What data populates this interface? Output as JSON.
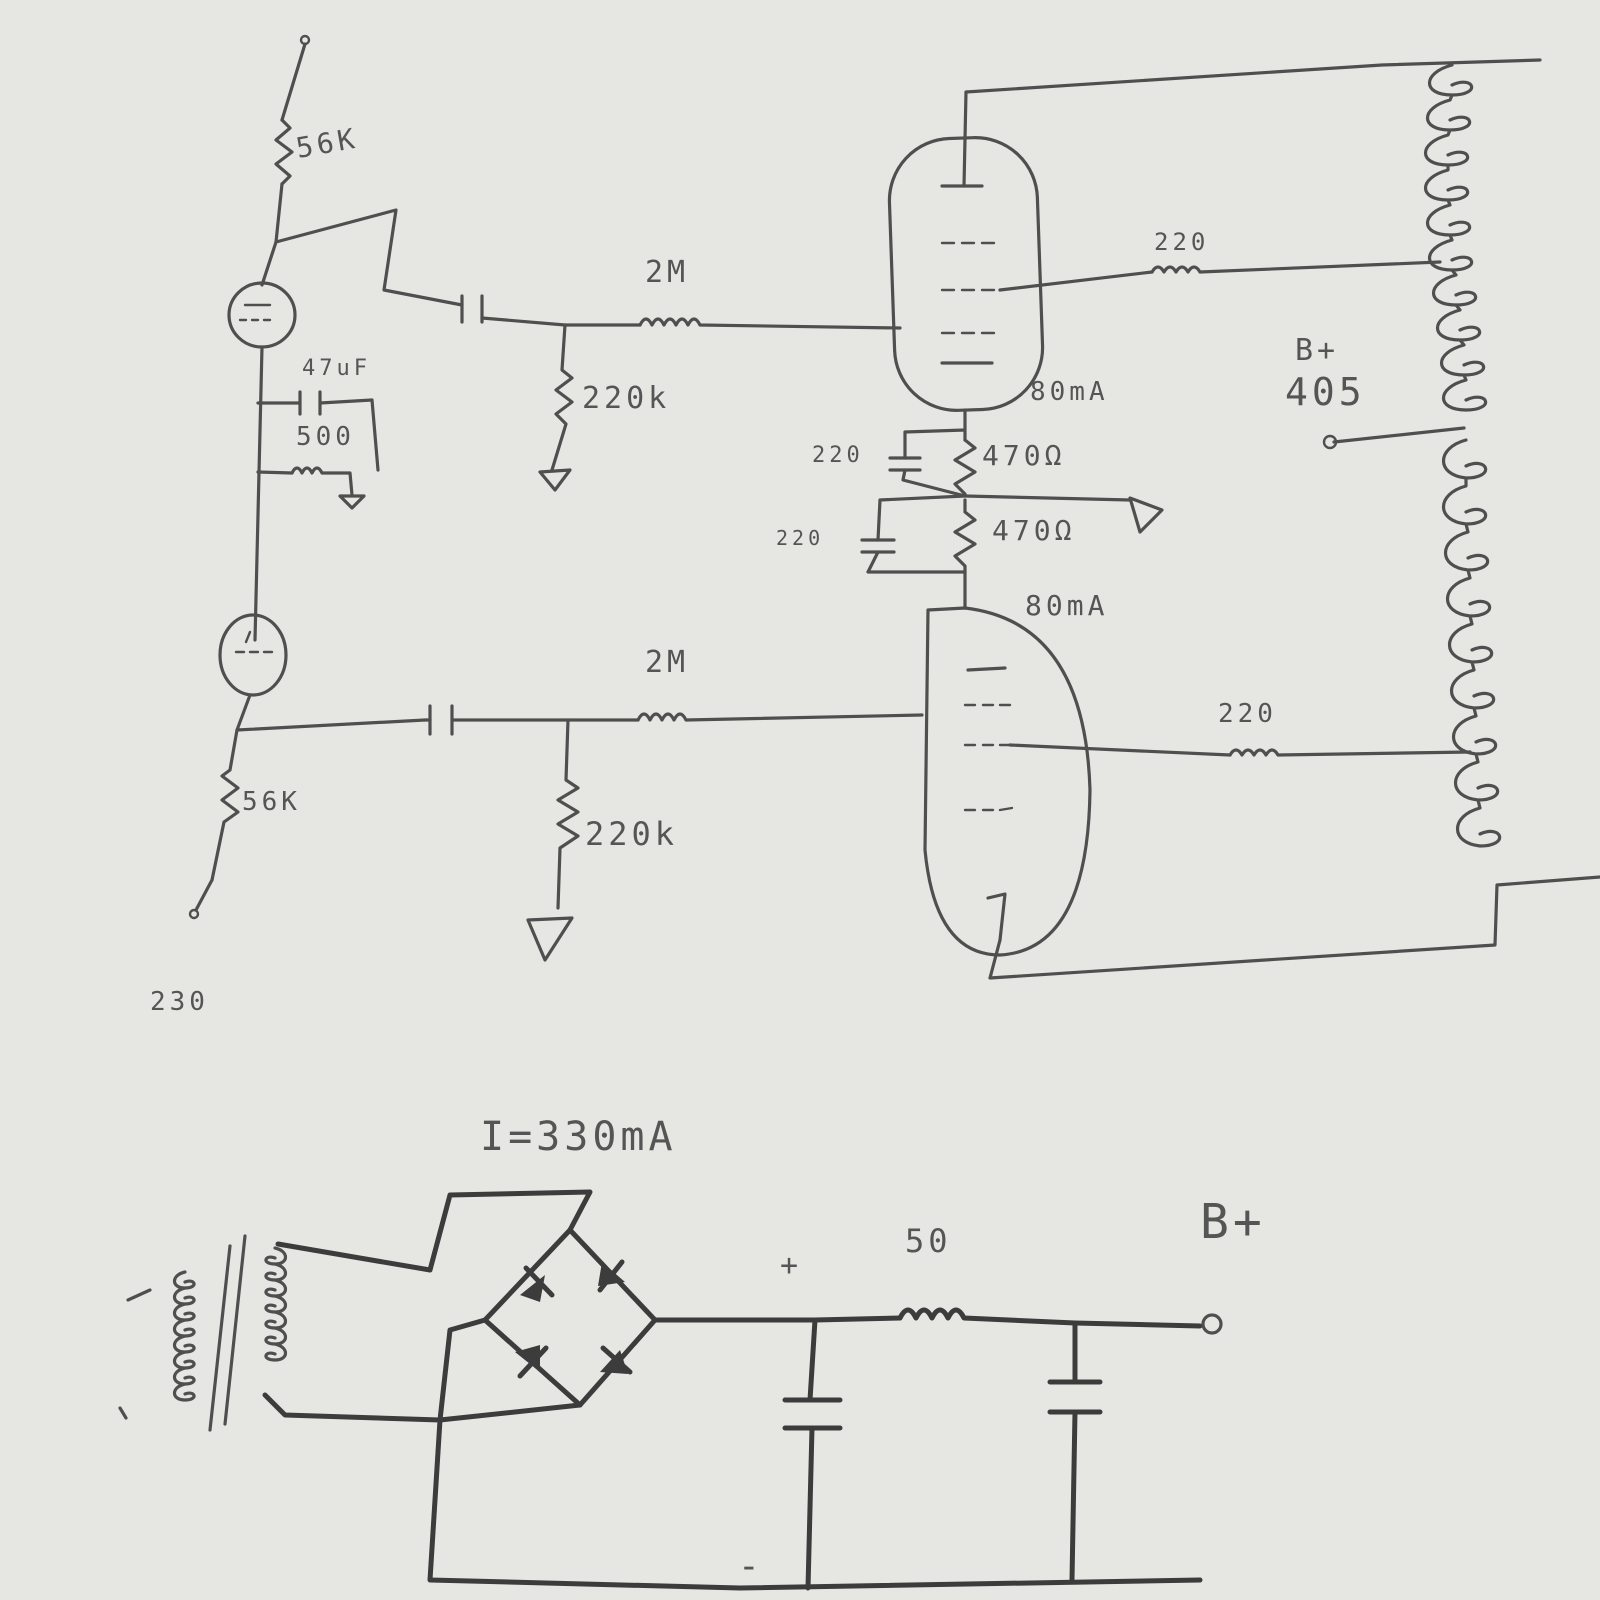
{
  "labels": {
    "r_top": "56K",
    "cap_47": "47uF",
    "r_500": "500",
    "r_2m_top": "2M",
    "r_220k_top": "220k",
    "r_screen_top": "220",
    "current_top": "80mA",
    "cap_220_a": "220",
    "r_470_a": "470Ω",
    "cap_220_b": "220",
    "r_470_b": "470Ω",
    "current_mid": "80mA",
    "r_2m_bottom": "2M",
    "r_220k_bottom": "220k",
    "r_screen_bottom": "220",
    "bplus_top": "B+",
    "volt_405": "405",
    "r_bottom": "56K",
    "volt_230": "230",
    "supply_current": "I=330mA",
    "choke_50": "50",
    "cap_plus": "+",
    "bplus_supply": "B+",
    "minus": "-"
  }
}
